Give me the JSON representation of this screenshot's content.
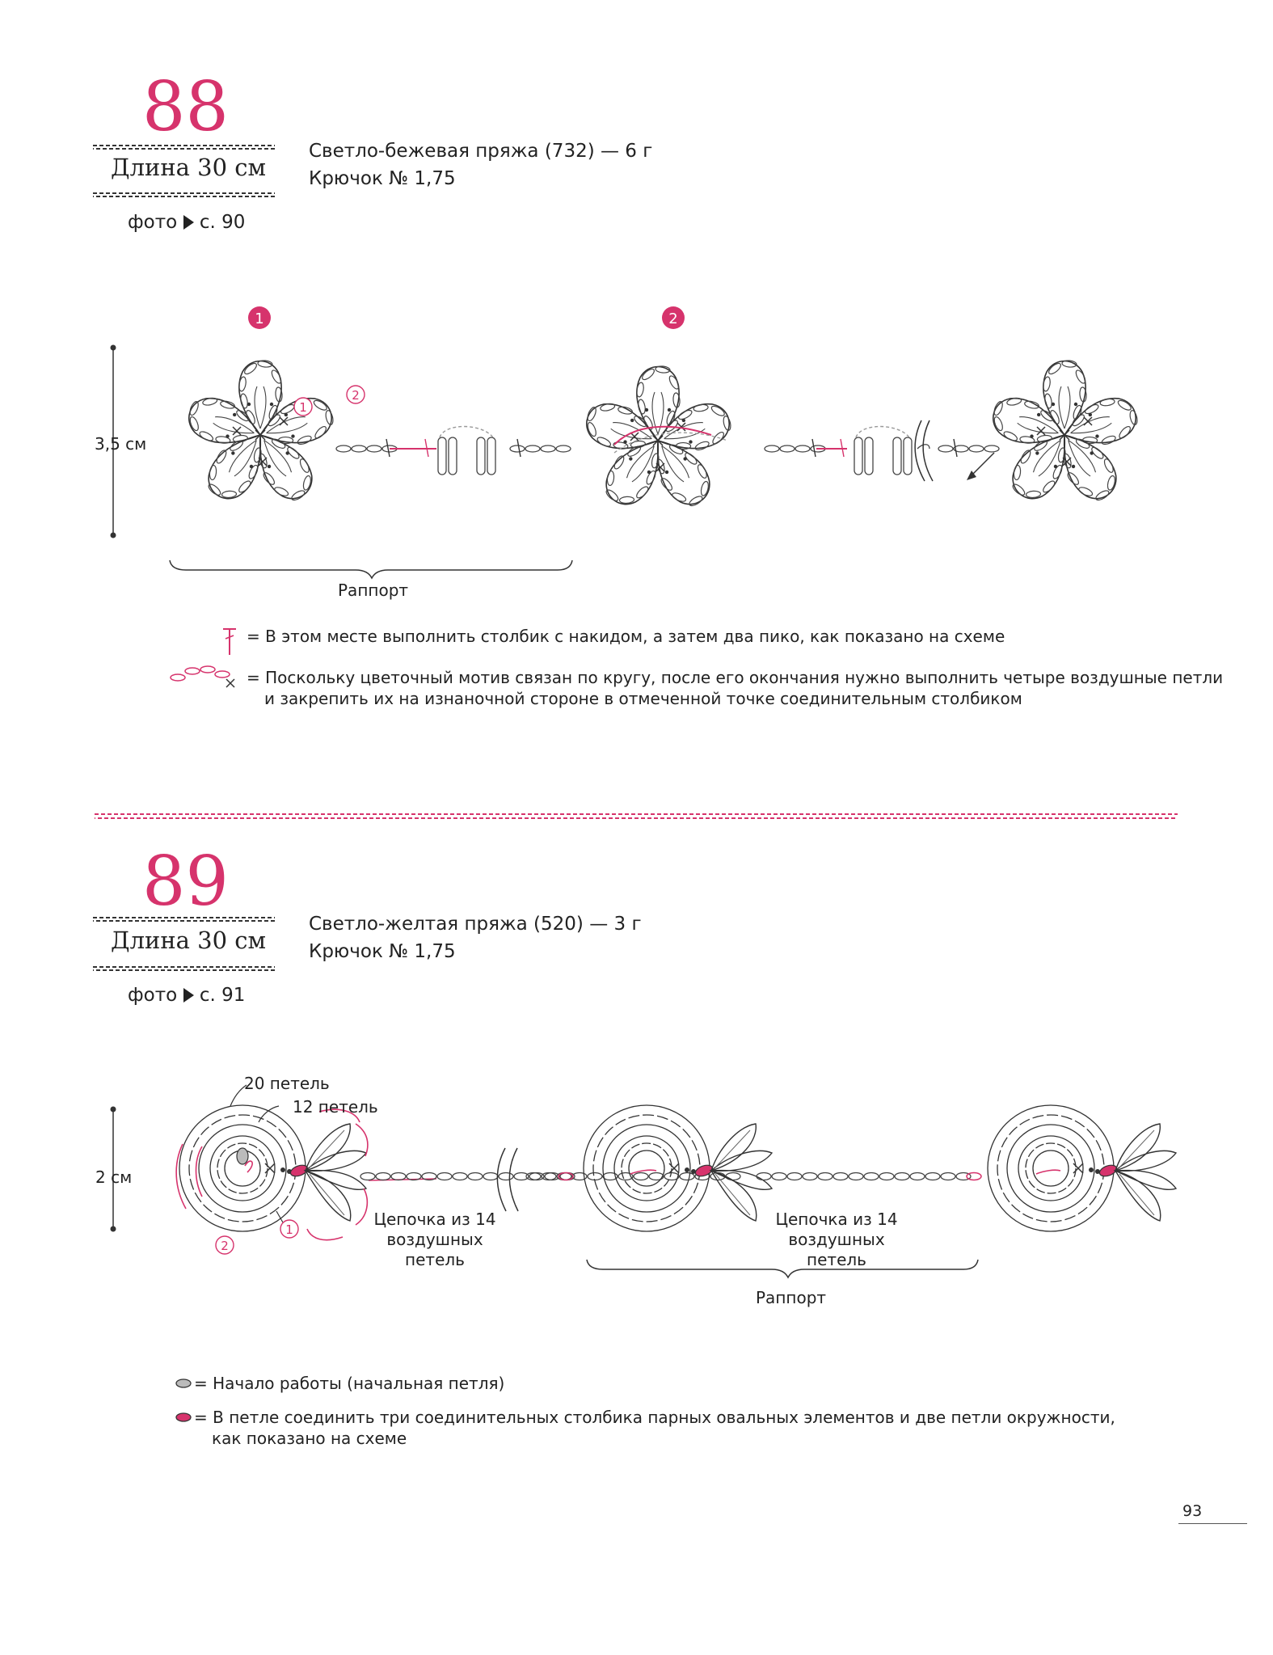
{
  "pattern88": {
    "number": "88",
    "length": "Длина 30 см",
    "photo_label": "фото",
    "photo_page": "с. 90",
    "yarn": "Светло-бежевая пряжа (732) — 6 г",
    "hook": "Крючок № 1,75",
    "height_label": "3,5 см",
    "step1": "1",
    "step2": "2",
    "repeat_label": "Раппорт",
    "legend1": "= В этом месте выполнить столбик с накидом, а затем два пико, как показано на схеме",
    "legend2_line1": "= Поскольку цветочный мотив связан по кругу, после его окончания нужно выполнить четыре воздушные петли",
    "legend2_line2": "и закрепить их на изнаночной стороне в отмеченной точке соединительным столбиком"
  },
  "pattern89": {
    "number": "89",
    "length": "Длина 30 см",
    "photo_label": "фото",
    "photo_page": "с. 91",
    "yarn": "Светло-желтая пряжа (520) — 3 г",
    "hook": "Крючок № 1,75",
    "height_label": "2 см",
    "outer_loops": "20 петель",
    "inner_loops": "12 петель",
    "chain_line1": "Цепочка из 14",
    "chain_line2": "воздушных",
    "chain_line3": "петель",
    "repeat_label": "Раппорт",
    "legend1": "= Начало работы (начальная петля)",
    "legend2_line1": "= В петле соединить три соединительных столбика парных овальных элементов и две петли окружности,",
    "legend2_line2": "как показано на схеме"
  },
  "page_number": "93",
  "colors": {
    "accent": "#d6336c",
    "ink": "#333333",
    "gray": "#999999"
  }
}
